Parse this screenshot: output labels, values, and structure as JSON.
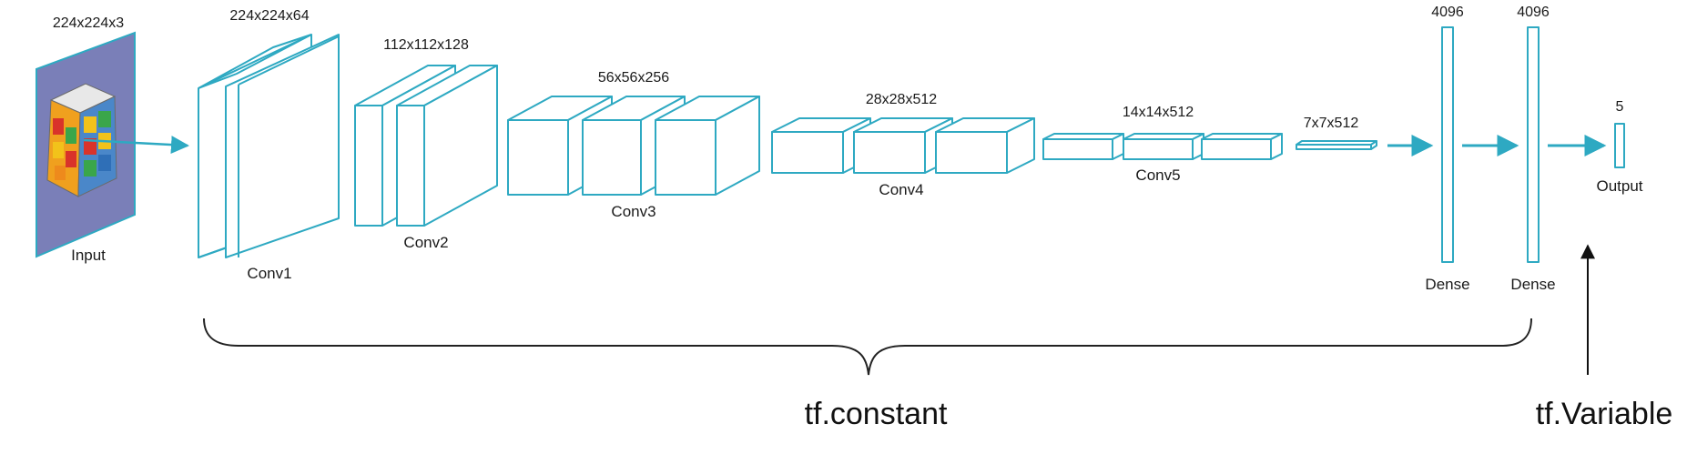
{
  "colors": {
    "stroke": "#2ea9c2",
    "text": "#1a1a1a",
    "brace": "#222222",
    "cube_red": "#d9332a",
    "cube_yellow": "#f2c21a",
    "cube_green": "#3aa64a",
    "cube_blue": "#2f6fb7",
    "cube_orange": "#ee8a1c"
  },
  "input": {
    "label": "Input",
    "dims": "224x224x3",
    "icon": "rubiks-cube-image"
  },
  "layers": {
    "conv1": {
      "label": "Conv1",
      "dims": "224x224x64"
    },
    "conv2": {
      "label": "Conv2",
      "dims": "112x112x128"
    },
    "conv3": {
      "label": "Conv3",
      "dims": "56x56x256"
    },
    "conv4": {
      "label": "Conv4",
      "dims": "28x28x512"
    },
    "conv5": {
      "label": "Conv5",
      "dims": "14x14x512"
    },
    "pool5": {
      "dims": "7x7x512"
    },
    "dense1": {
      "label": "Dense",
      "dims": "4096"
    },
    "dense2": {
      "label": "Dense",
      "dims": "4096"
    },
    "output": {
      "label": "Output",
      "dims": "5"
    }
  },
  "annotations": {
    "constant": "tf.constant",
    "variable": "tf.Variable"
  }
}
